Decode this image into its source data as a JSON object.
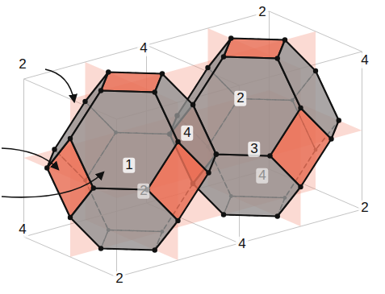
{
  "diagram": {
    "labels": [
      "2",
      "4",
      "4",
      "2",
      "2",
      "4",
      "3",
      "1",
      "4",
      "2",
      "2",
      "4",
      "4",
      "2"
    ]
  }
}
